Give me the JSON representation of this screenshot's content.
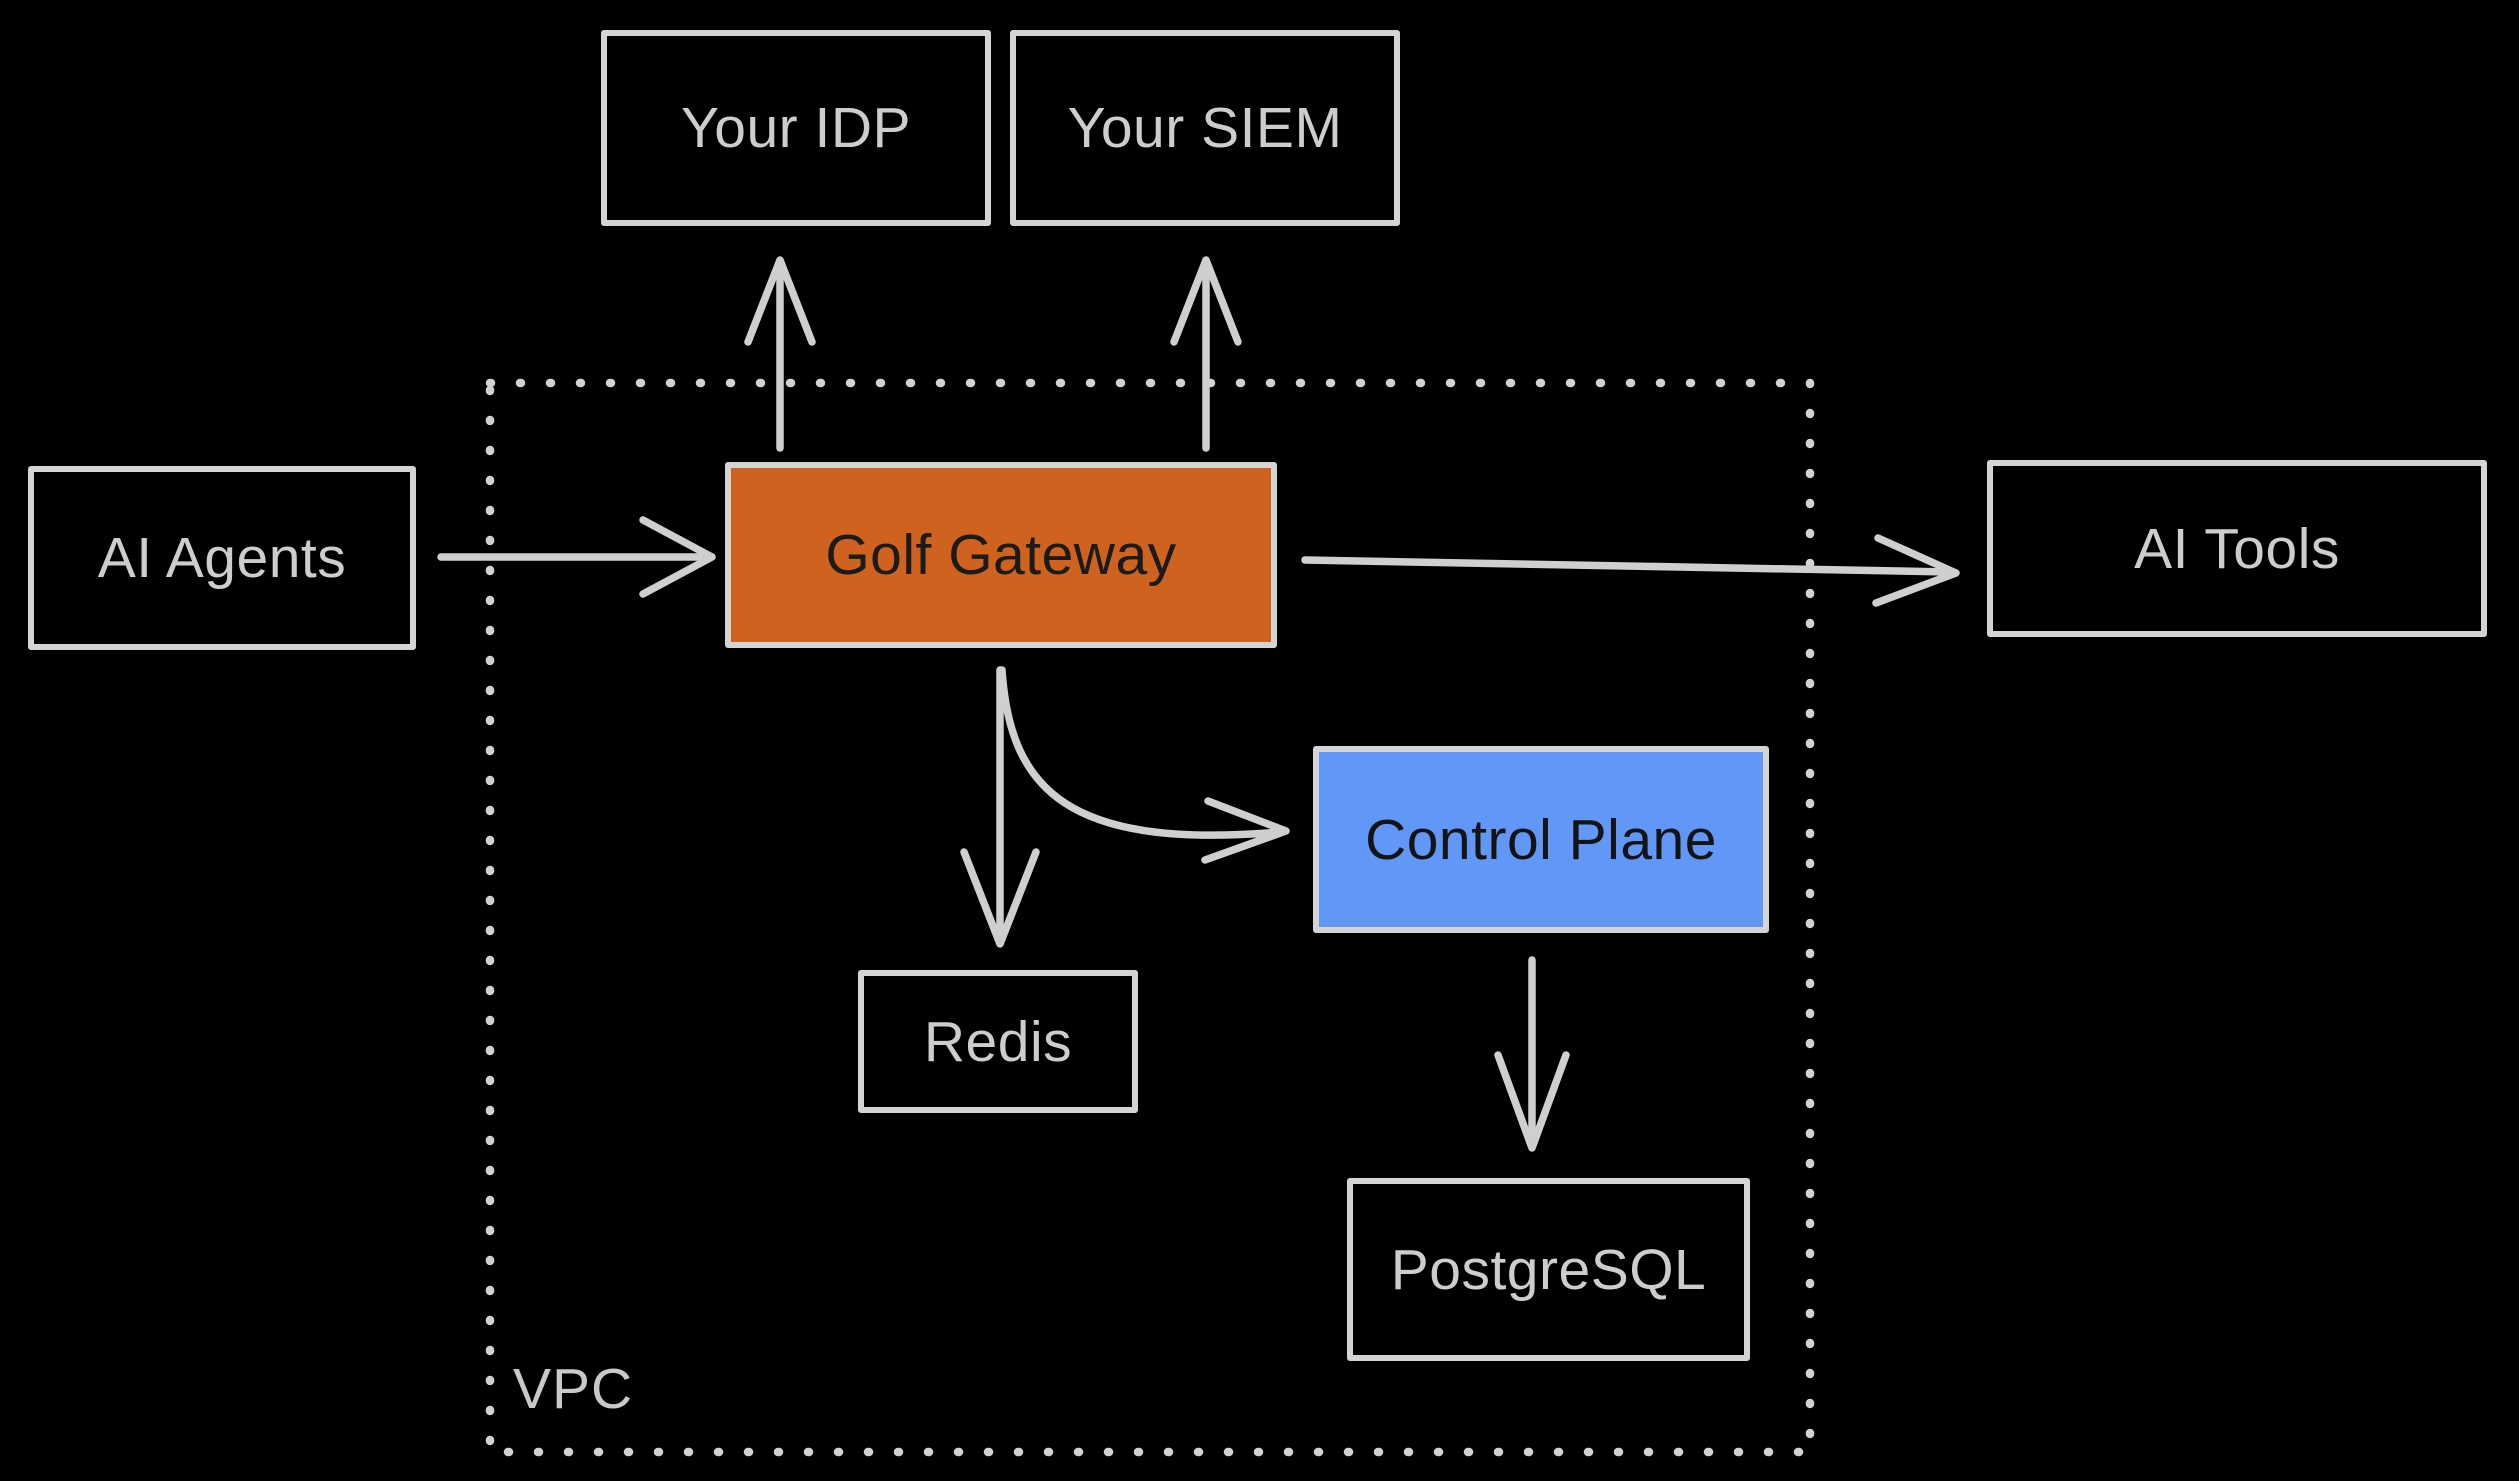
{
  "diagram": {
    "kind": "architecture-diagram",
    "nodes": {
      "your_idp": {
        "label": "Your IDP"
      },
      "your_siem": {
        "label": "Your SIEM"
      },
      "ai_agents": {
        "label": "AI Agents"
      },
      "golf_gateway": {
        "label": "Golf Gateway"
      },
      "ai_tools": {
        "label": "AI Tools"
      },
      "control_plane": {
        "label": "Control Plane"
      },
      "redis": {
        "label": "Redis"
      },
      "postgresql": {
        "label": "PostgreSQL"
      }
    },
    "container": {
      "label": "VPC"
    },
    "edges": [
      {
        "from": "AI Agents",
        "to": "Golf Gateway"
      },
      {
        "from": "Golf Gateway",
        "to": "Your IDP"
      },
      {
        "from": "Golf Gateway",
        "to": "Your SIEM"
      },
      {
        "from": "Golf Gateway",
        "to": "AI Tools"
      },
      {
        "from": "Golf Gateway",
        "to": "Redis"
      },
      {
        "from": "Golf Gateway",
        "to": "Control Plane"
      },
      {
        "from": "Control Plane",
        "to": "PostgreSQL"
      }
    ],
    "colors": {
      "background": "#000000",
      "line": "#cfcfcf",
      "box_border": "#d4d4d4",
      "box_text": "#cdcdcd",
      "gateway_fill": "#ce621e",
      "gateway_text": "#1b1b1b",
      "control_plane_fill": "#6197f7",
      "control_plane_text": "#141414"
    }
  }
}
